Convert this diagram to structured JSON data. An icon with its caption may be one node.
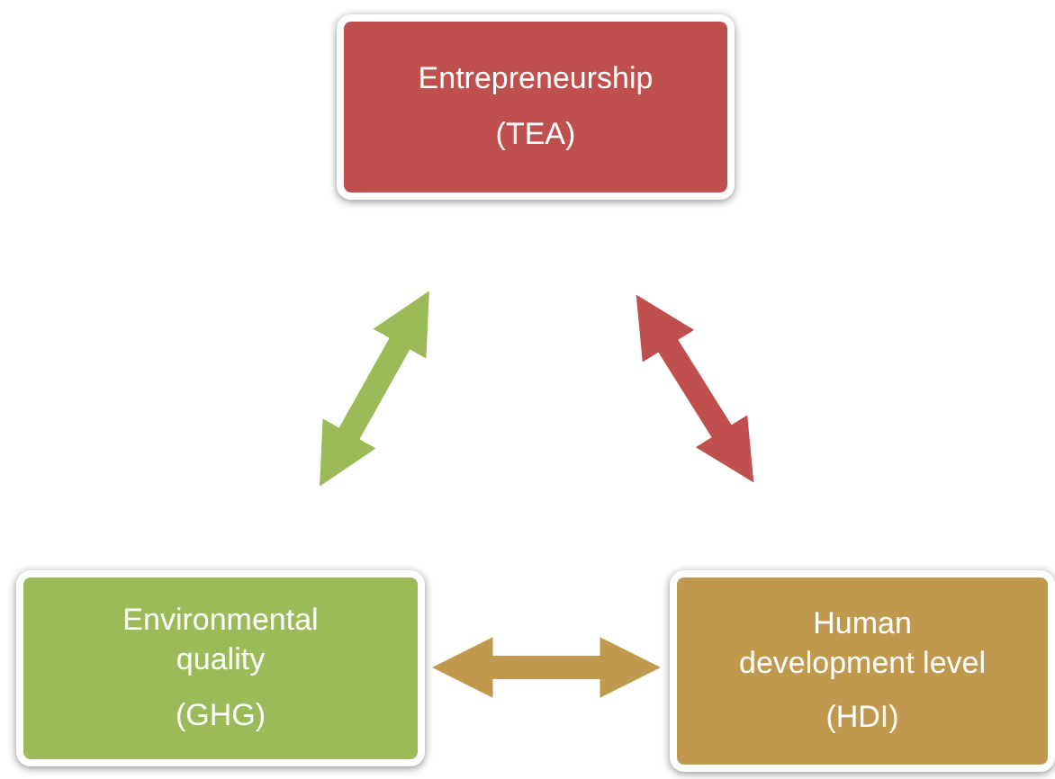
{
  "diagram": {
    "nodes": [
      {
        "text": [
          "Entrepreneurship",
          "(TEA)"
        ]
      },
      {
        "text": [
          "Environmental quality",
          "(GHG)"
        ]
      },
      {
        "text": [
          "Human development level",
          "(HDI)"
        ]
      }
    ],
    "edges": [
      {
        "from": 0,
        "to": 1,
        "arrow": "both",
        "color": "#9bbb59"
      },
      {
        "from": 0,
        "to": 2,
        "arrow": "both",
        "color": "#c0504d"
      },
      {
        "from": 1,
        "to": 2,
        "arrow": "both",
        "color": "#c0984e"
      }
    ]
  }
}
